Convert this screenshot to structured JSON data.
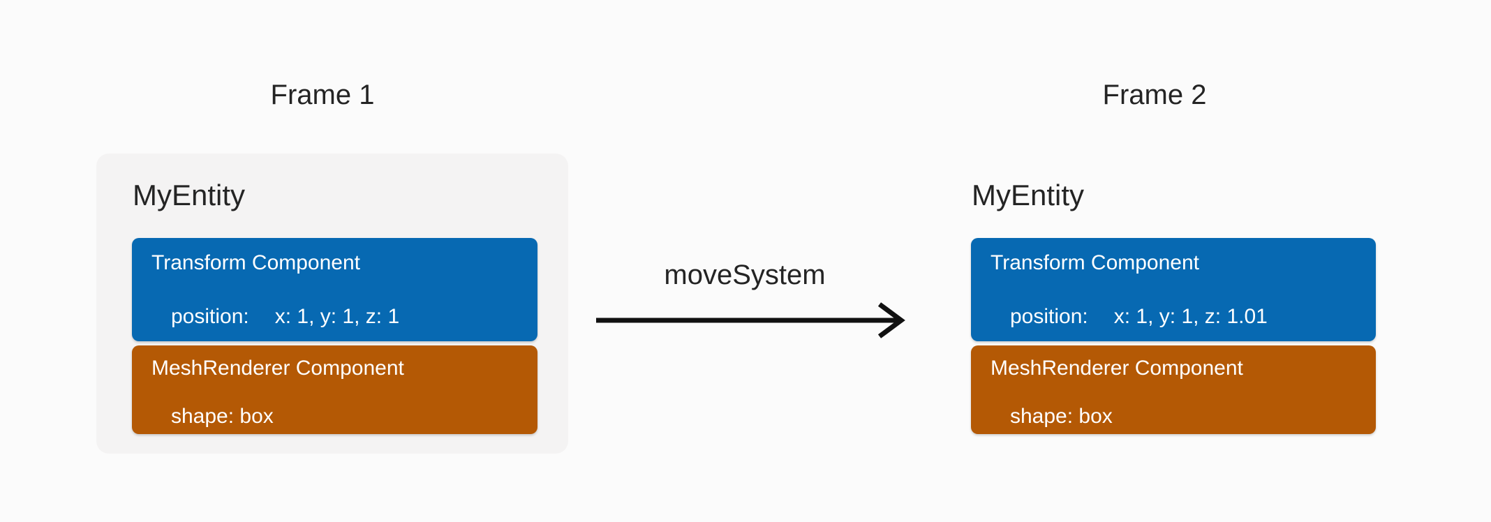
{
  "frames": [
    {
      "title": "Frame 1",
      "entity": {
        "name": "MyEntity",
        "components": [
          {
            "title": "Transform Component",
            "prop": {
              "label": "position:",
              "value": "x: 1, y: 1, z: 1"
            }
          },
          {
            "title": "MeshRenderer Component",
            "prop": {
              "label": "shape: box",
              "value": ""
            }
          }
        ]
      }
    },
    {
      "title": "Frame 2",
      "entity": {
        "name": "MyEntity",
        "components": [
          {
            "title": "Transform Component",
            "prop": {
              "label": "position:",
              "value": "x: 1, y: 1, z: 1.01"
            }
          },
          {
            "title": "MeshRenderer Component",
            "prop": {
              "label": "shape: box",
              "value": ""
            }
          }
        ]
      }
    }
  ],
  "transition": {
    "label": "moveSystem",
    "arrow_icon": "right-arrow"
  },
  "colors": {
    "background": "#fbfbfb",
    "entity_panel": "#f4f3f3",
    "transform_component": "#0769b2",
    "meshrenderer_component": "#b45905",
    "text_dark": "#242424",
    "box_text": "#ffffff",
    "arrow": "#111111"
  }
}
